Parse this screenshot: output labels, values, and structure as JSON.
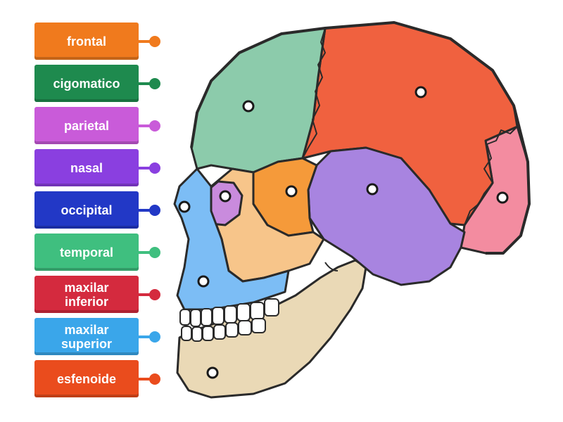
{
  "labels": [
    {
      "text": "frontal",
      "color": "#f07a1d"
    },
    {
      "text": "cigomatico",
      "color": "#1e8a4e"
    },
    {
      "text": "parietal",
      "color": "#c95bd9"
    },
    {
      "text": "nasal",
      "color": "#8a3fe0"
    },
    {
      "text": "occipital",
      "color": "#2238c6"
    },
    {
      "text": "temporal",
      "color": "#3fbf7f"
    },
    {
      "text": "maxilar\ninferior",
      "color": "#d42a3e"
    },
    {
      "text": "maxilar\nsuperior",
      "color": "#3aa6ea"
    },
    {
      "text": "esfenoide",
      "color": "#ea4c1d"
    }
  ],
  "bone_colors": {
    "frontal_region": "#8ccbab",
    "parietal_region": "#f0613f",
    "occipital_region": "#f38ca0",
    "temporal_region": "#a884e0",
    "sphenoid_region": "#f59a3a",
    "zygomatic_region": "#f7c58a",
    "maxilla_region": "#7cbdf5",
    "mandible_region": "#ead9b6",
    "orbit_region": "#c98bdd",
    "teeth": "#ffffff",
    "outline": "#2a2a2a"
  }
}
